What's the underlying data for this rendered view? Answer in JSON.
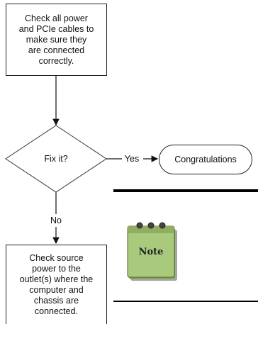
{
  "flowchart": {
    "step1": "Check all power\nand PCIe cables to\nmake sure they\nare connected\ncorrectly.",
    "decision": "Fix it?",
    "yes_label": "Yes",
    "no_label": "No",
    "terminal": "Congratulations",
    "step2": "Check source\npower to the\noutlet(s) where the\ncomputer and\nchassis are\nconnected."
  },
  "note": {
    "label": "Note",
    "icon": "notepad-icon",
    "color": "#a9c97c"
  }
}
